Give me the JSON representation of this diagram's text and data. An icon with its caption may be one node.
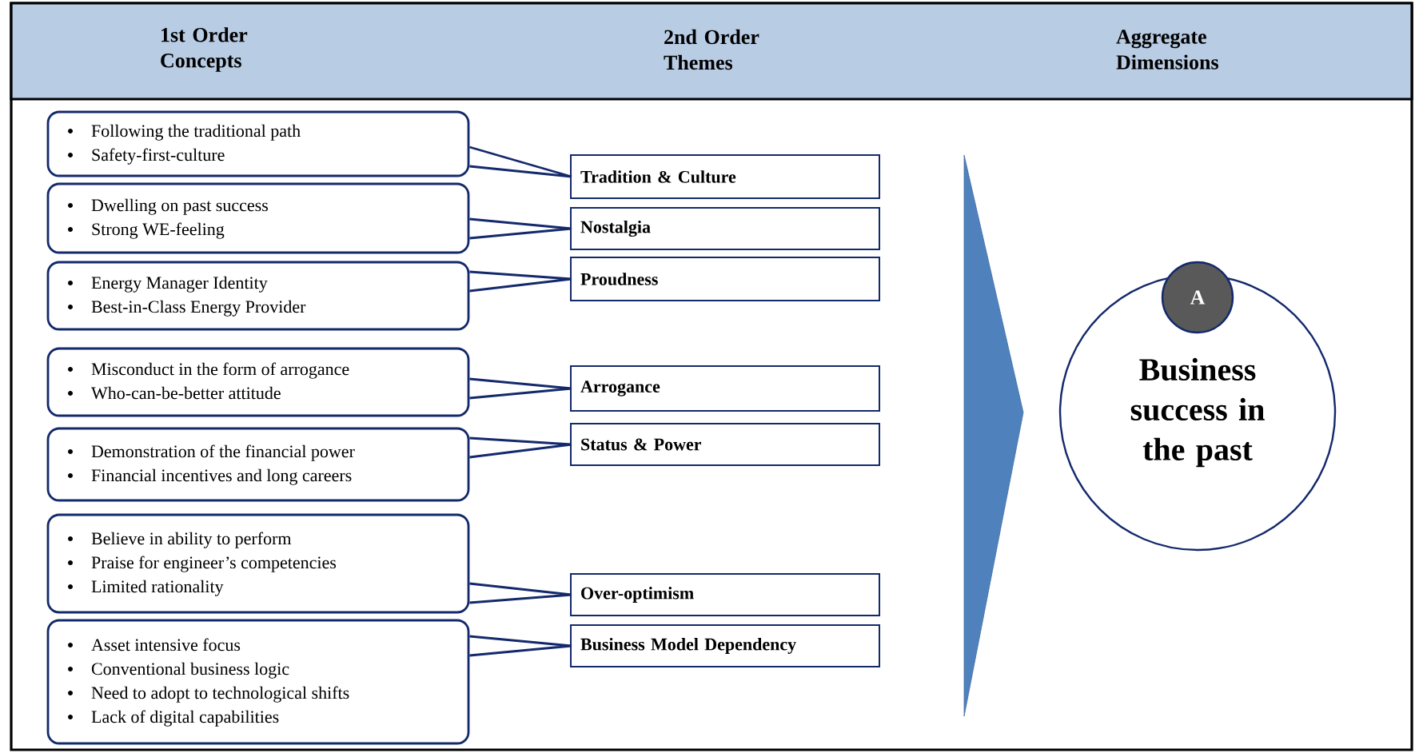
{
  "diagram": {
    "nodes": [
      {
        "text": [
          "Following the traditional path",
          "Safety-first-culture"
        ]
      },
      {
        "text": [
          "Tradition & Culture"
        ]
      },
      {
        "text": [
          "Dwelling on past success",
          "Strong WE-feeling"
        ]
      },
      {
        "text": [
          "Nostalgia"
        ]
      },
      {
        "text": [
          "Energy Manager Identity",
          "Best-in-Class Energy Provider"
        ]
      },
      {
        "text": [
          "Proudness"
        ]
      },
      {
        "text": [
          "Misconduct in the form of arrogance",
          "Who-can-be-better attitude"
        ]
      },
      {
        "text": [
          "Arrogance"
        ]
      },
      {
        "text": [
          "Demonstration of the financial power",
          "Financial incentives and long careers"
        ]
      },
      {
        "text": [
          "Status & Power"
        ]
      },
      {
        "text": [
          "Believe in ability to perform",
          "Praise for engineer’s competencies",
          "Limited rationality"
        ]
      },
      {
        "text": [
          "Over-optimism"
        ]
      },
      {
        "text": [
          "Asset intensive focus",
          "Conventional business logic",
          "Need to adopt to technological shifts",
          "Lack of digital capabilities"
        ]
      },
      {
        "text": [
          "Business Model Dependency"
        ]
      },
      {
        "text": [
          "A"
        ]
      },
      {
        "text": [
          "Business success in the past"
        ]
      }
    ],
    "edges": [
      {
        "from": 0,
        "to": 1,
        "arrow": "none"
      },
      {
        "from": 2,
        "to": 3,
        "arrow": "none"
      },
      {
        "from": 4,
        "to": 5,
        "arrow": "none"
      },
      {
        "from": 6,
        "to": 7,
        "arrow": "none"
      },
      {
        "from": 8,
        "to": 9,
        "arrow": "none"
      },
      {
        "from": 10,
        "to": 11,
        "arrow": "none"
      },
      {
        "from": 12,
        "to": 13,
        "arrow": "none"
      }
    ],
    "labels": [
      "1st Order Concepts",
      "2nd Order Themes",
      "Aggregate Dimensions"
    ]
  }
}
